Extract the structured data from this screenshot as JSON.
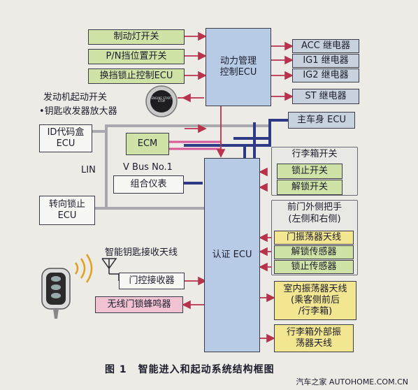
{
  "left_inputs": {
    "brake_switch": "制动灯开关",
    "pn_switch": "P/N挡位置开关",
    "shift_lock_ecu": "换挡锁止控制ECU"
  },
  "power_ecu": "动力管理\n控制ECU",
  "relays": {
    "acc": "ACC 继电器",
    "ig1": "IG1 继电器",
    "ig2": "IG2 继电器",
    "st": "ST 继电器"
  },
  "main_body_ecu": "主车身 ECU",
  "start_switch": {
    "line1": "发动机起动开关",
    "line2": "•钥匙收发器放大器",
    "button_text": "ENGINE START STOP"
  },
  "id_box": "ID代码盒\nECU",
  "ecm": "ECM",
  "lin": "LIN",
  "vbus": "V Bus No.1",
  "meter": "组合仪表",
  "turn_lock_ecu": "转向锁止\nECU",
  "auth_ecu": "认证 ECU",
  "antenna_label": "智能钥匙接收天线",
  "door_receiver": "门控接收器",
  "buzzer": "无线门锁蜂鸣器",
  "trunk_group": {
    "title": "行李箱开关",
    "lock": "锁止开关",
    "unlock": "解锁开关"
  },
  "door_group": {
    "title": "前门外侧把手\n(左侧和右侧)",
    "oscillator": "门振荡器天线",
    "unlock_sensor": "解锁传感器",
    "lock_sensor": "锁止传感器"
  },
  "interior_osc": "室内振荡器天线\n(乘客侧前后\n/行李箱)",
  "trunk_outer_osc": "行李箱外部振\n荡器天线",
  "caption": {
    "num": "图 1",
    "title": "智能进入和起动系统结构框图"
  },
  "watermark": "汽车之家 AUTOHOME.COM.CN",
  "colors": {
    "arrow_red": "#b8324c",
    "bus_blue": "#2e3a86",
    "bus_pink": "#d65a9a",
    "lin_gray": "#a8a8ae"
  }
}
